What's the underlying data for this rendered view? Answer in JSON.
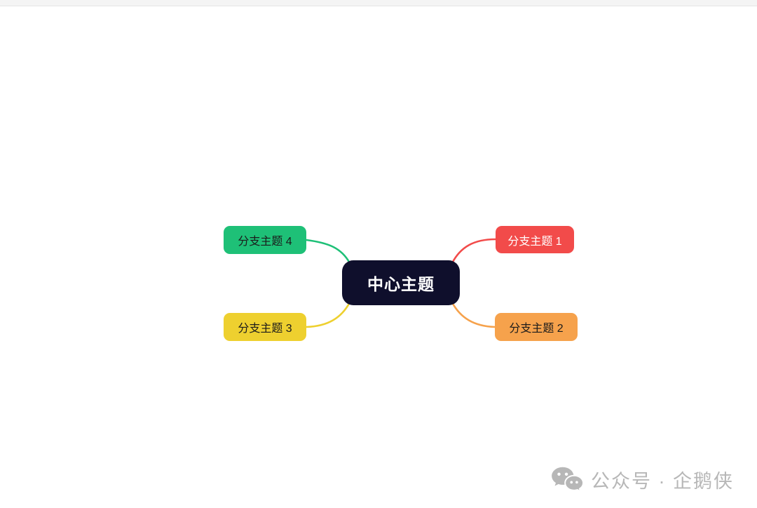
{
  "page": {
    "background": "#ffffff",
    "top_strip": {
      "color": "#f4f4f4",
      "border_color": "#e4e4e4"
    }
  },
  "mindmap": {
    "central": {
      "label": "中心主题",
      "bg": "#0f0f2c",
      "text_color": "#ffffff"
    },
    "branches": [
      {
        "label": "分支主题 1",
        "bg": "#f24b4a",
        "text_color": "#ffffff",
        "position": "right-top"
      },
      {
        "label": "分支主题 2",
        "bg": "#f6a24c",
        "text_color": "#1b1b1b",
        "position": "right-bottom"
      },
      {
        "label": "分支主题 3",
        "bg": "#eed02f",
        "text_color": "#1b1b1b",
        "position": "left-bottom"
      },
      {
        "label": "分支主题 4",
        "bg": "#1ec077",
        "text_color": "#1b1b1b",
        "position": "left-top"
      }
    ]
  },
  "watermark": {
    "icon": "wechat-icon",
    "text": "公众号 · 企鹅侠",
    "color": "#b7b7b7"
  }
}
